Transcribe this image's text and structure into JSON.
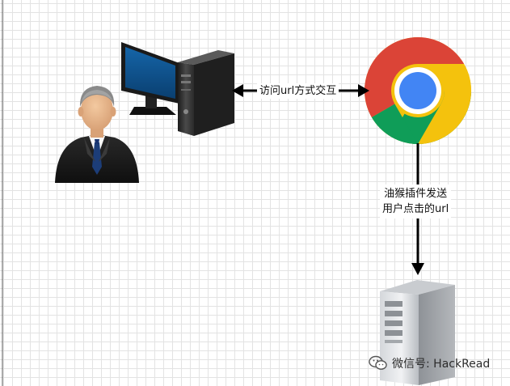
{
  "edges": {
    "visit_label": "访问url方式交互",
    "send_label_line1": "油猴插件发送",
    "send_label_line2": "用户点击的url"
  },
  "watermark": {
    "text": "微信号: HackRead",
    "icon": "wechat-icon"
  },
  "icons": {
    "user": "businessman-icon",
    "computer": "desktop-computer-icon",
    "browser": "chrome-icon",
    "server": "server-tower-icon"
  },
  "colors": {
    "chrome_red": "#db4437",
    "chrome_yellow": "#f4c20d",
    "chrome_green": "#0f9d58",
    "chrome_blue": "#4285f4",
    "monitor_screen": "#0c4f8c"
  }
}
